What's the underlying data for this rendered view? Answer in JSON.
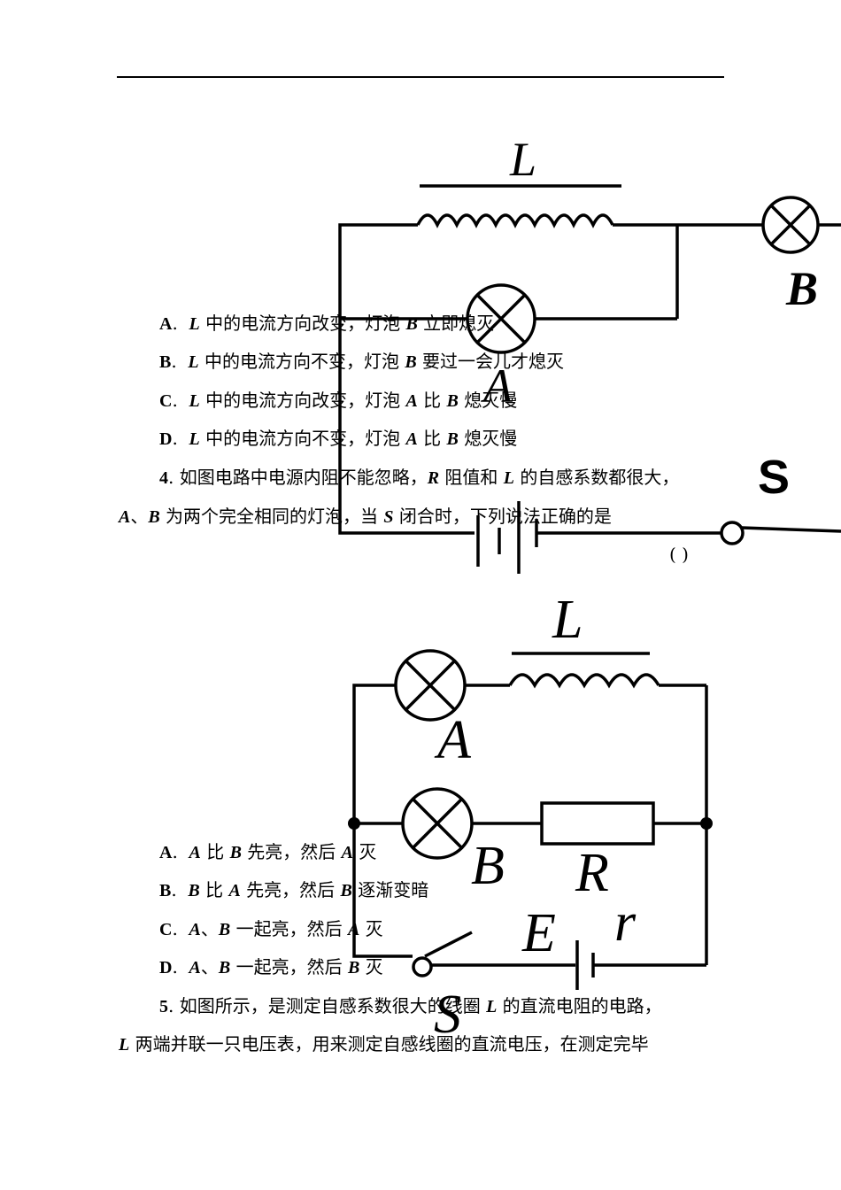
{
  "fig1": {
    "L": "L",
    "B": "B",
    "A": "A",
    "S": "S"
  },
  "q3": {
    "optA": {
      "letter": "A",
      "v1": "L",
      "t1": " 中的电流方向改变，灯泡 ",
      "v2": "B",
      "t2": " 立即熄灭"
    },
    "optB": {
      "letter": "B",
      "v1": "L",
      "t1": " 中的电流方向不变，灯泡 ",
      "v2": "B",
      "t2": " 要过一会儿才熄灭"
    },
    "optC": {
      "letter": "C",
      "v1": "L",
      "t1": " 中的电流方向改变，灯泡 ",
      "v2": "A",
      "t2": " 比 ",
      "v3": "B",
      "t3": " 熄灭慢"
    },
    "optD": {
      "letter": "D",
      "v1": "L",
      "t1": " 中的电流方向不变，灯泡 ",
      "v2": "A",
      "t2": " 比 ",
      "v3": "B",
      "t3": " 熄灭慢"
    }
  },
  "q4": {
    "num": "4",
    "line1": {
      "t1": ". 如图电路中电源内阻不能忽略，",
      "v1": "R",
      "t2": " 阻值和 ",
      "v2": "L",
      "t3": " 的自感系数都很大，"
    },
    "line2": {
      "v1": "A",
      "t1": "、",
      "v2": "B",
      "t2": " 为两个完全相同的灯泡，当 ",
      "v3": "S",
      "t3": " 闭合时，下列说法正确的是"
    },
    "bracket": "(      )",
    "optA": {
      "letter": "A",
      "v1": "A",
      "t1": " 比 ",
      "v2": "B",
      "t2": " 先亮，然后 ",
      "v3": "A",
      "t3": " 灭"
    },
    "optB": {
      "letter": "B",
      "v1": "B",
      "t1": " 比 ",
      "v2": "A",
      "t2": " 先亮，然后 ",
      "v3": "B",
      "t3": " 逐渐变暗"
    },
    "optC": {
      "letter": "C",
      "v1": "A",
      "t1": "、",
      "v2": "B",
      "t2": " 一起亮，然后 ",
      "v3": "A",
      "t3": " 灭"
    },
    "optD": {
      "letter": "D",
      "v1": "A",
      "t1": "、",
      "v2": "B",
      "t2": " 一起亮，然后 ",
      "v3": "B",
      "t3": " 灭"
    }
  },
  "fig2": {
    "L": "L",
    "A": "A",
    "B": "B",
    "R": "R",
    "E": "E",
    "r": "r",
    "S": "S"
  },
  "q5": {
    "num": "5",
    "line1": {
      "t1": ".  如图所示，是测定自感系数很大的线圈 ",
      "v1": "L",
      "t2": " 的直流电阻的电路，"
    },
    "line2": {
      "v1": "L",
      "t1": "  两端并联一只电压表，用来测定自感线圈的直流电压，在测定完毕"
    }
  }
}
